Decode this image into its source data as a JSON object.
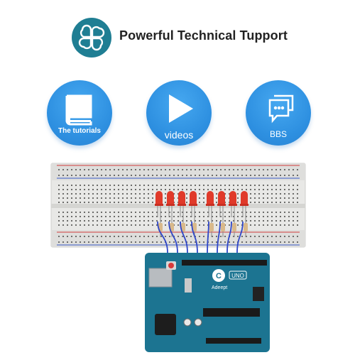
{
  "header": {
    "title": "Powerful Technical Tupport",
    "logo_icon": "four-petal-flower-icon",
    "logo_color": "#1f7e93"
  },
  "features": [
    {
      "label": "The tutorials",
      "icon": "book-icon"
    },
    {
      "label": "videos",
      "icon": "play-icon"
    },
    {
      "label": "BBS",
      "icon": "chat-bubbles-icon"
    }
  ],
  "feature_color": "#2d8fe0",
  "circuit": {
    "board_brand": "Adeept",
    "board_model": "UNO",
    "led_count": 8,
    "led_color": "#e03a2a",
    "wire_color": "#2f46c8",
    "board_color": "#1c7491",
    "breadboard_color": "#e8e8e6"
  }
}
